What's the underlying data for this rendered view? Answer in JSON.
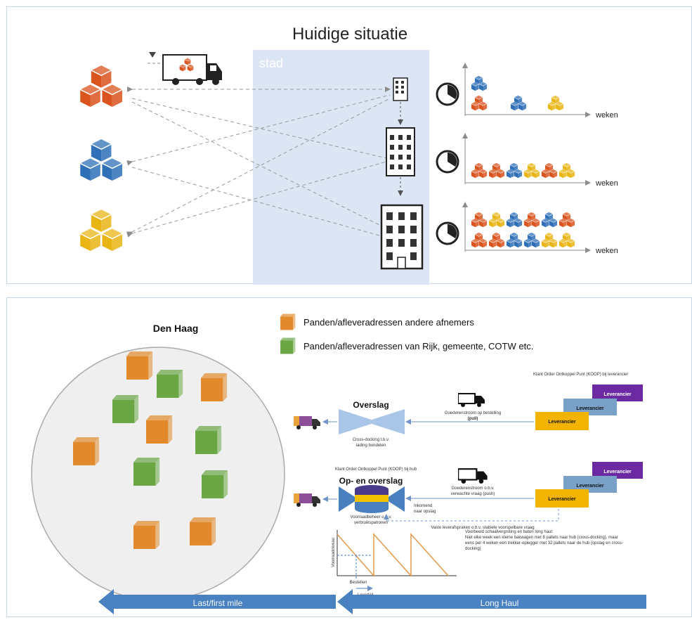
{
  "top": {
    "title": "Huidige situatie",
    "city_label": "stad",
    "axis_label": "weken",
    "colors": {
      "orange": "#d9541e",
      "blue": "#2e6fb7",
      "yellow": "#e8b515",
      "city": "#dbe5f3"
    }
  },
  "bottom": {
    "city_title": "Den Haag",
    "legend": [
      {
        "label": "Panden/afleveradressen andere afnemers",
        "color": "#e28a2b"
      },
      {
        "label": "Panden/afleveradressen van Rijk, gemeente, COTW etc.",
        "color": "#6aa744"
      }
    ],
    "koop_supplier": "Klant Order Ontkoppel Punt (KOOP) bij leverancier",
    "koop_hub": "Klant Order Ontkoppel Punt (KOOP) bij hub",
    "overslag": {
      "title": "Overslag",
      "sub1": "Cross-docking t.b.v.",
      "sub2": "lading bundelen"
    },
    "op_overslag": {
      "title": "Op- en overslag",
      "sub1": "Voorraadbeheer o.b.v.",
      "sub2": "verbruikspatronen",
      "inkomend1": "Inkomend",
      "inkomend2": "naar opslag"
    },
    "flow_pull": {
      "line1": "Goederenstroom op bestelling",
      "line2": "(pull)"
    },
    "flow_push": {
      "line1": "Goederenstroom o.b.v.",
      "line2": "verwachte vraag (push)"
    },
    "vaste": "Vaste leverafspraken o.b.v. stabiele voorspelbare vraag",
    "voorbeeld": [
      "Voorbeeld schaalvergroting en baten long haul:",
      "Niet elke week een kleine bakwagen met 8 pallets naar hub (cross-docking), maar",
      "eens per 4 weken een trekker-oplegger met 32 pallets naar de hub (opslag en cross-",
      "docking)"
    ],
    "graph": {
      "ylabel": "Voorraadniveau",
      "bestellen": "Bestellen",
      "levertijd": "Levertijd"
    },
    "suppliers": [
      "Leverancier",
      "Leverancier",
      "Leverancier"
    ],
    "arrows": {
      "last_mile": "Last/first mile",
      "long_haul": "Long Haul"
    },
    "colors": {
      "supplier_front": "#f2b400",
      "supplier_mid": "#7aa2c9",
      "supplier_back": "#6b2aa1",
      "arrow": "#4a81c0"
    }
  }
}
